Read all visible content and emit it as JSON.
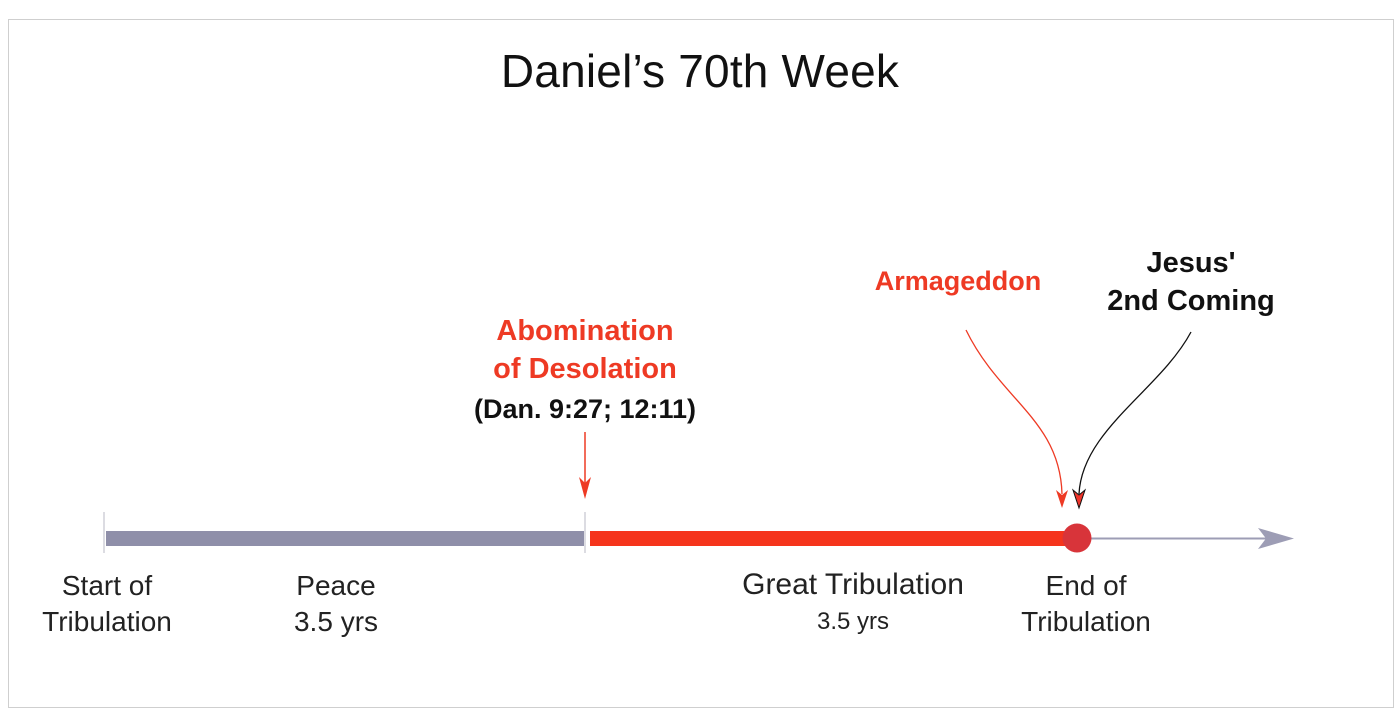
{
  "title": "Daniel’s 70th Week",
  "colors": {
    "peace": "#8f8fa9",
    "tribulation": "#f5341c",
    "accent_red": "#ee3a24",
    "circle": "#d8343a",
    "future_arrow": "#9d9db5"
  },
  "annotations": {
    "abomination": {
      "line1": "Abomination",
      "line2": "of Desolation",
      "reference": "(Dan. 9:27; 12:11)"
    },
    "armageddon": "Armageddon",
    "second_coming": {
      "line1": "Jesus'",
      "line2": "2nd Coming"
    }
  },
  "labels": {
    "start": {
      "line1": "Start of",
      "line2": "Tribulation"
    },
    "peace": {
      "line1": "Peace",
      "line2": "3.5 yrs"
    },
    "great_tribulation": {
      "line1": "Great Tribulation",
      "line2": "3.5 yrs"
    },
    "end": {
      "line1": "End of",
      "line2": "Tribulation"
    }
  }
}
